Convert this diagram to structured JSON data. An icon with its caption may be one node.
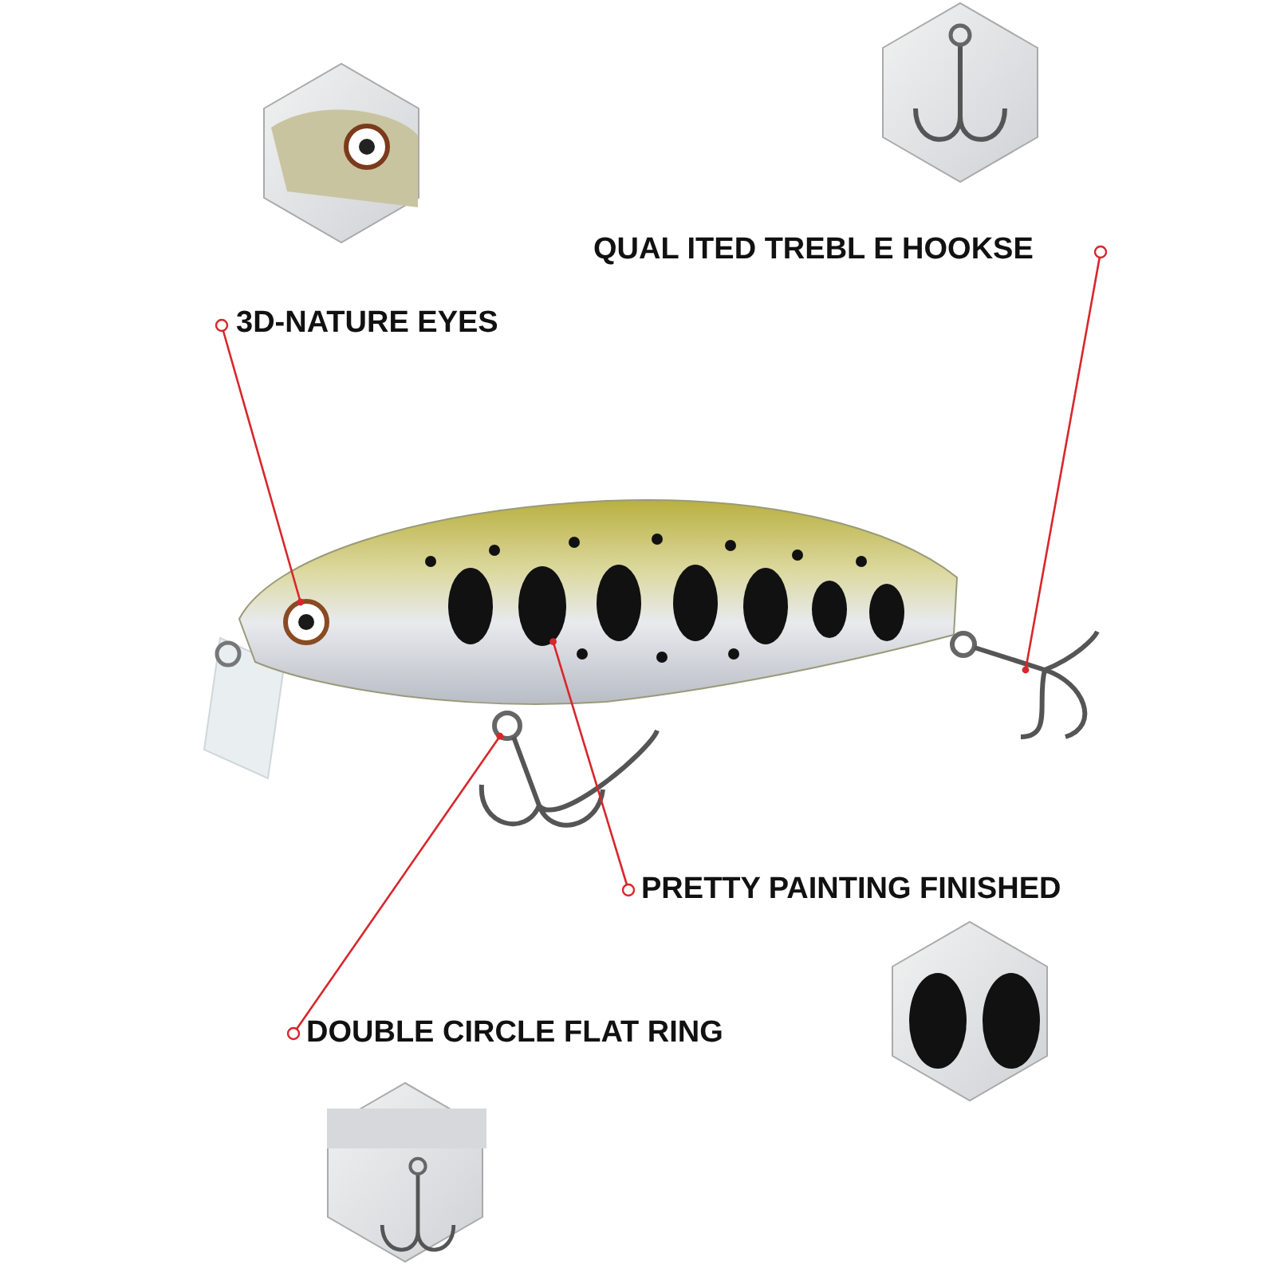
{
  "diagram": {
    "nodes": [
      {
        "text": [
          "QUAL ITED TREBL E HOOKSE"
        ]
      },
      {
        "text": [
          "3D-NATURE EYES"
        ]
      },
      {
        "text": [],
        "shape": "picture"
      },
      {
        "text": [],
        "shape": "picture"
      },
      {
        "text": [],
        "shape": "circle"
      },
      {
        "text": [],
        "shape": "picture"
      },
      {
        "text": [
          "PRETTY PAINTING FINISHED"
        ]
      },
      {
        "text": [
          "DOUBLE CIRCLE FLAT RING"
        ]
      }
    ],
    "edges": [
      {
        "from": 0,
        "to": 3,
        "arrow": "other"
      },
      {
        "from": 1,
        "to": 2,
        "arrow": "other"
      },
      {
        "from": 6,
        "to": 4,
        "arrow": "other"
      },
      {
        "from": 7,
        "to": 5,
        "arrow": "other"
      }
    ]
  }
}
